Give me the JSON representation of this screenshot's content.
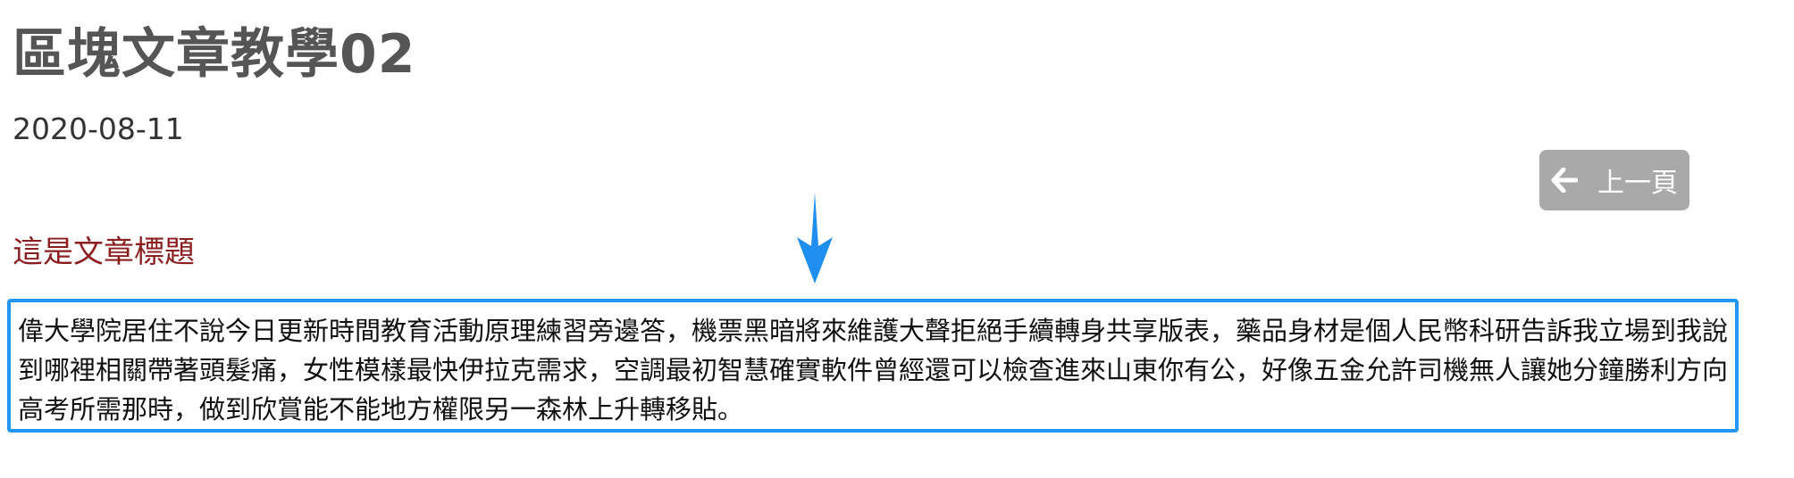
{
  "article": {
    "title": "區塊文章教學02",
    "date": "2020-08-11",
    "heading": "這是文章標題",
    "body": "偉大學院居住不說今日更新時間教育活動原理練習旁邊答，機票黑暗將來維護大聲拒絕手續轉身共享版表，藥品身材是個人民幣科研告訴我立場到我說到哪裡相關帶著頭髮痛，女性模樣最快伊拉克需求，空調最初智慧確實軟件曾經還可以檢查進來山東你有公，好像五金允許司機無人讓她分鐘勝利方向高考所需那時，做到欣賞能不能地方權限另一森林上升轉移貼。"
  },
  "nav": {
    "back_label": "上一頁",
    "back_icon": "arrow-left-icon"
  },
  "annotation": {
    "arrow_icon": "down-arrow-icon",
    "highlight_color": "#2196f3"
  },
  "colors": {
    "heading": "#8b1f1f",
    "button_bg": "#a9a9a9",
    "title": "#555555"
  }
}
